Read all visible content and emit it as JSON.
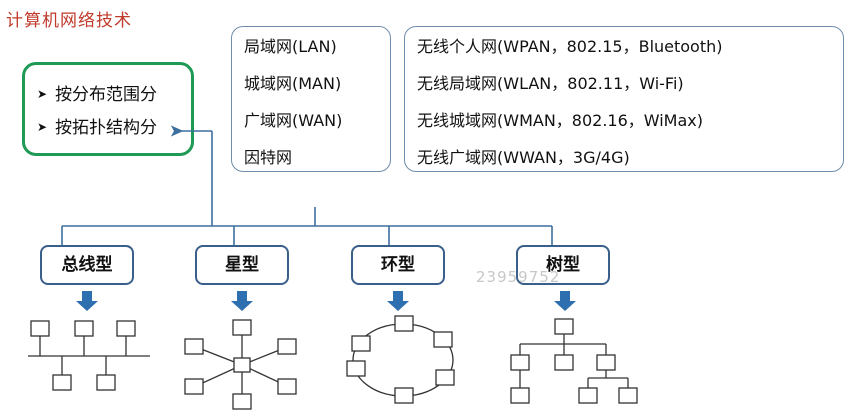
{
  "title": "计算机网络技术",
  "categories": {
    "items": [
      "按分布范围分",
      "按拓扑结构分"
    ]
  },
  "scope_types": [
    "局域网(LAN)",
    "城域网(MAN)",
    "广域网(WAN)",
    "因特网"
  ],
  "wireless_types": [
    "无线个人网(WPAN，802.15，Bluetooth)",
    "无线局域网(WLAN，802.11，Wi-Fi)",
    "无线城域网(WMAN，802.16，WiMax)",
    "无线广域网(WWAN，3G/4G)"
  ],
  "topologies": {
    "bus": "总线型",
    "star": "星型",
    "ring": "环型",
    "tree": "树型"
  },
  "watermark": "23959752",
  "colors": {
    "title": "#c03a2b",
    "category_border": "#1f9a55",
    "connector": "#3d6f9e",
    "arrow": "#2e6fb0"
  }
}
